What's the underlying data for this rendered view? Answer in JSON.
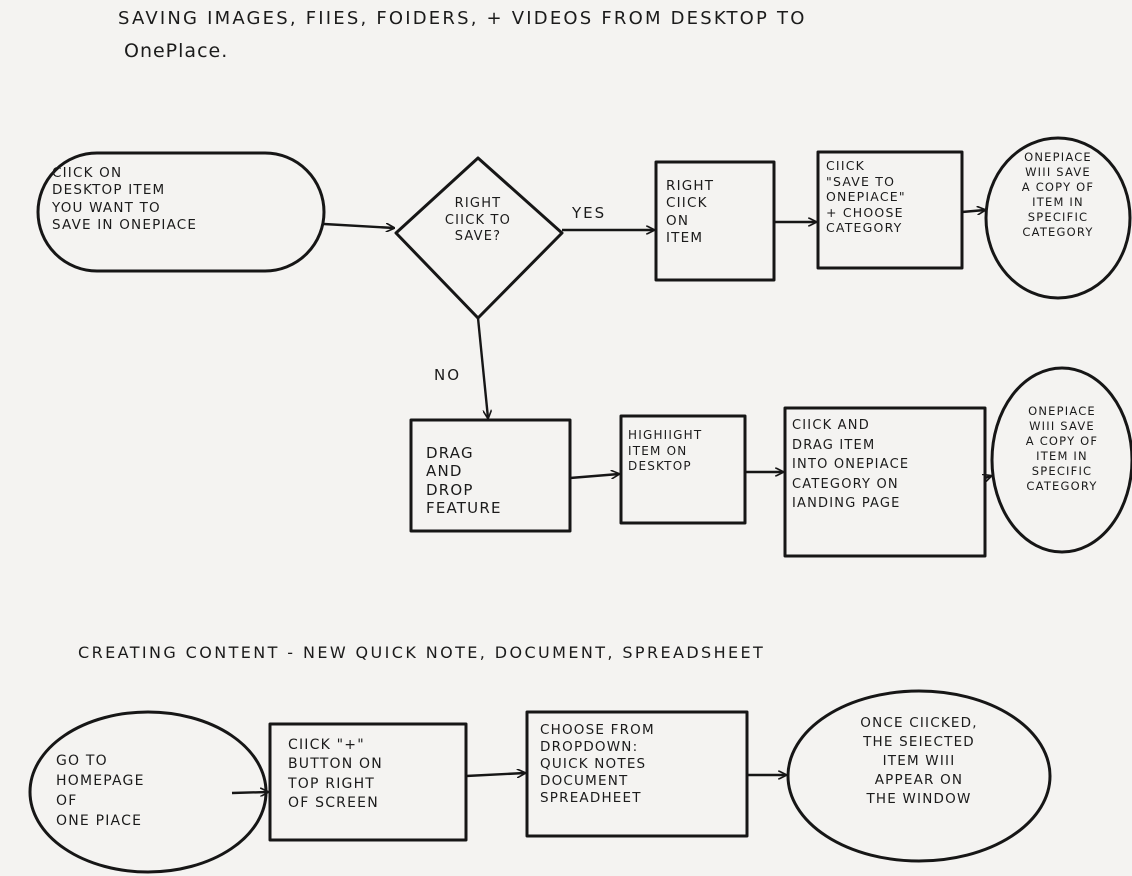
{
  "section1": {
    "title_line1": "SAVING IMAGES, FIIES, FOIDERS, + VIDEOS FROM DESKTOP TO",
    "title_line2": "OnePlace."
  },
  "section2": {
    "title": "CREATING CONTENT - NEW QUICK NOTE, DOCUMENT, SPREADSHEET"
  },
  "nodes": {
    "start1": "CIICK ON\nDESKTOP ITEM\nYOU WANT TO\nSAVE IN ONEPIACE",
    "decision": "RIGHT\nCIICK TO\nSAVE?",
    "right_click": "RIGHT\nCIICK\nON\nITEM",
    "save_to": "CIICK\n\"SAVE TO\nONEPIACE\"\n+ CHOOSE\nCATEGORY",
    "end1": "ONEPIACE\nWIII SAVE\nA COPY OF\nITEM IN\nSPECIFIC\nCATEGORY",
    "drag_drop": "DRAG\nAND\nDROP\nFEATURE",
    "highlight": "HIGHIIGHT\nITEM ON\nDESKTOP",
    "click_drag": "CIICK AND\nDRAG ITEM\nINTO ONEPIACE\nCATEGORY ON\nIANDING PAGE",
    "end2": "ONEPIACE\nWIII SAVE\nA COPY OF\nITEM IN\nSPECIFIC\nCATEGORY",
    "start2": "GO TO\nHOMEPAGE\nOF\nONE PIACE",
    "plus": "CIICK \"+\"\nBUTTON ON\nTOP RIGHT\nOF SCREEN",
    "choose": "CHOOSE FROM\nDROPDOWN:\nQUICK NOTES\nDOCUMENT\nSPREADHEET",
    "end3": "ONCE CIICKED,\nTHE SEIECTED\nITEM WIII\nAPPEAR ON\nTHE WINDOW"
  },
  "edges": {
    "yes": "YES",
    "no": "NO"
  }
}
